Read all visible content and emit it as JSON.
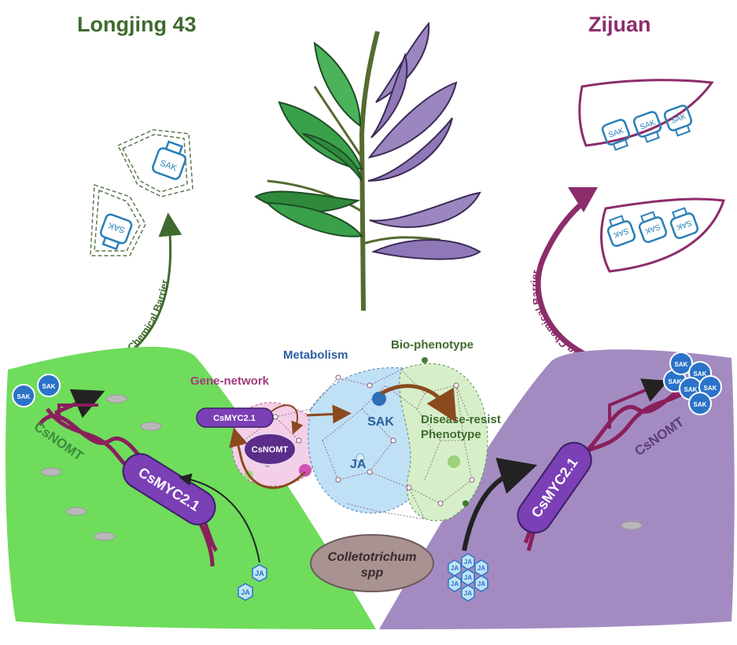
{
  "titles": {
    "left": "Longjing 43",
    "right": "Zijuan"
  },
  "labels": {
    "weak_barrier": "Weak Chemical Barrier",
    "strong_barrier": "Strong Chemical Barrier",
    "gene_network": "Gene-network",
    "metabolism": "Metabolism",
    "bio_phenotype": "Bio-phenotype",
    "csmyc_small": "CsMYC2.1",
    "csnomt_small": "CsNOMT",
    "sak_center": "SAK",
    "ja_center": "JA",
    "disease_line1": "Disease-resist",
    "disease_line2": "Phenotype",
    "pathogen_line1": "Colletotrichum",
    "pathogen_line2": "spp",
    "left_csnomt": "CsNOMT",
    "left_csmyc": "CsMYC2.1",
    "right_csnomt": "CsNOMT",
    "right_csmyc": "CsMYC2.1",
    "sak": "SAK",
    "ja": "JA"
  },
  "colors": {
    "green_leaf": "#6fdc5c",
    "purple_leaf": "#a38bc2",
    "gene_purple": "#7b3fb6",
    "dna": "#8a1f5c",
    "sak_blue": "#2a73c8",
    "zijuan_magenta": "#8c2d6b",
    "longjing_green": "#3f6b2f"
  }
}
